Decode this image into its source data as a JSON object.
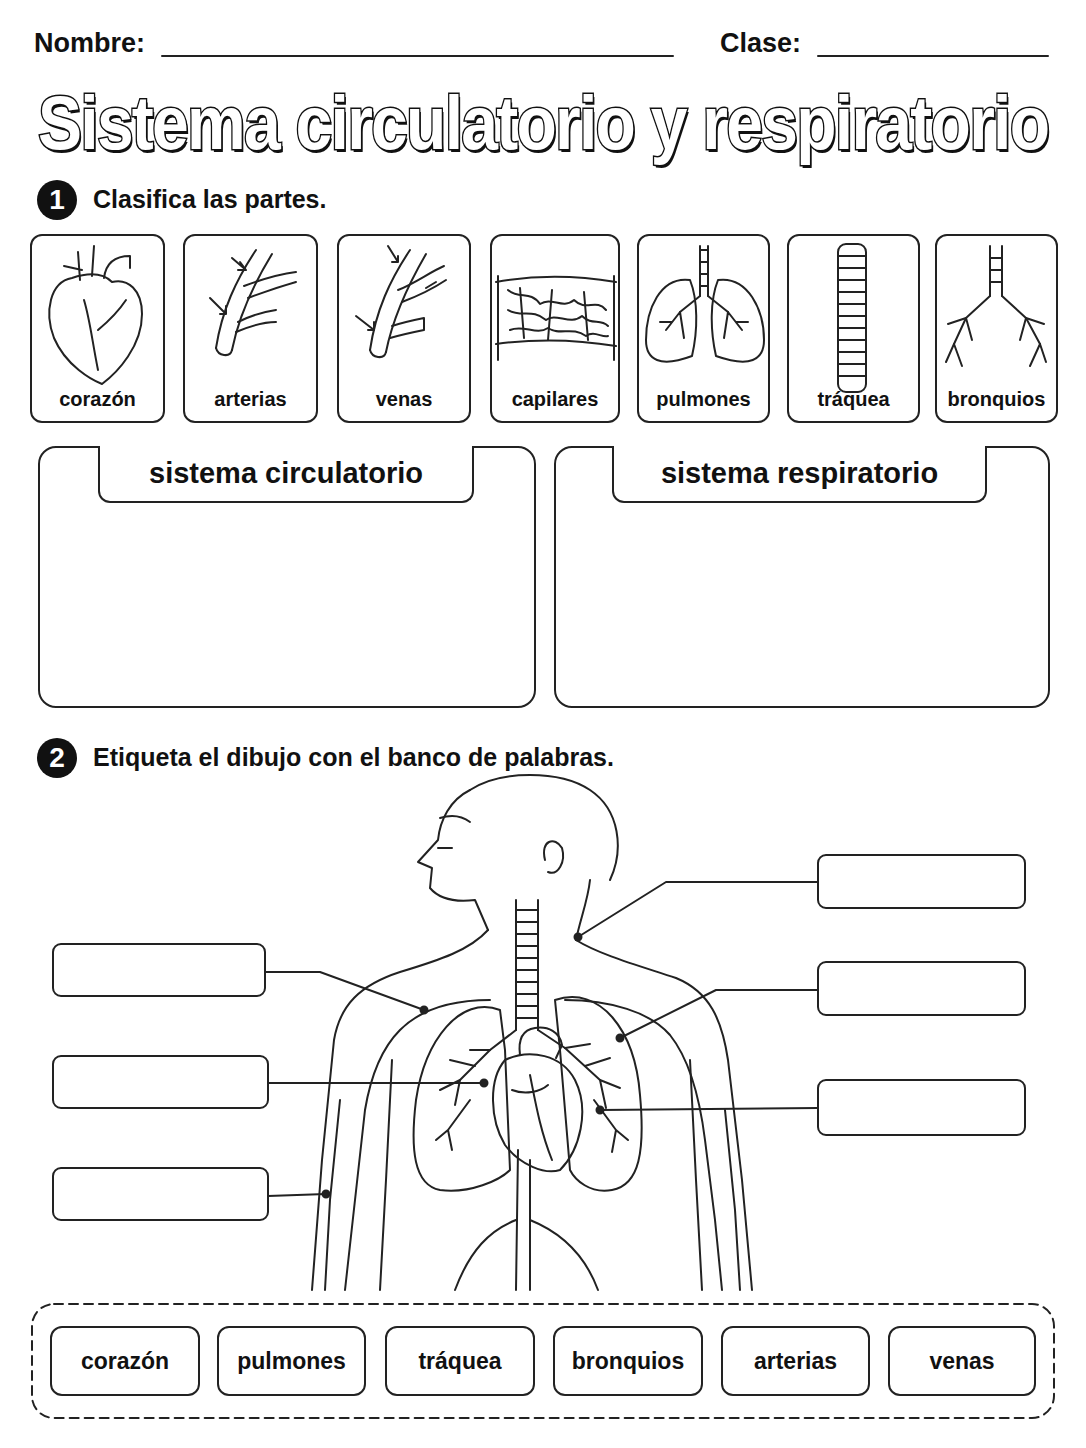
{
  "diagram": {
    "title": "Sistema circulatorio y respiratorio",
    "nodes": [
      {
        "text": [
          "1"
        ]
      },
      {
        "text": [
          "corazón"
        ]
      },
      {
        "text": [
          "arterias"
        ]
      },
      {
        "text": [
          "venas"
        ]
      },
      {
        "text": [
          "capilares"
        ]
      },
      {
        "text": [
          "pulmones"
        ]
      },
      {
        "text": [
          "tráquea"
        ]
      },
      {
        "text": [
          "bronquios"
        ]
      },
      {
        "text": [
          "sistema circulatorio"
        ]
      },
      {
        "text": [
          "sistema respiratorio"
        ]
      },
      {
        "text": [
          "2"
        ]
      },
      {
        "text": [
          "corazón"
        ]
      },
      {
        "text": [
          "pulmones"
        ]
      },
      {
        "text": [
          "tráquea"
        ]
      },
      {
        "text": [
          "bronquios"
        ]
      },
      {
        "text": [
          "arterias"
        ]
      },
      {
        "text": [
          "venas"
        ]
      }
    ],
    "labels": [
      "Nombre:",
      "Clase:",
      "Clasifica las partes.",
      "Etiqueta el dibujo con el banco de palabras."
    ]
  }
}
